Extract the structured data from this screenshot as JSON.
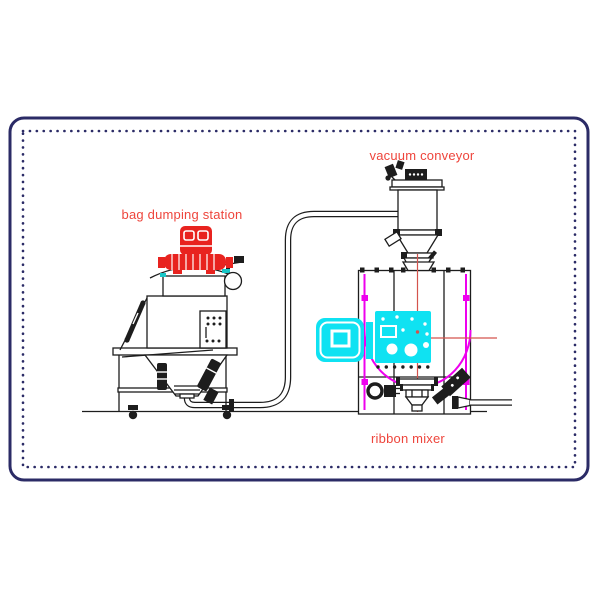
{
  "diagram": {
    "labels": {
      "bag_dumping_station": "bag dumping station",
      "vacuum_conveyor": "vacuum conveyor",
      "ribbon_mixer": "ribbon mixer"
    },
    "colors": {
      "background": "#ffffff",
      "border_navy": "#2b2b66",
      "line_black": "#1d1d1d",
      "label_red": "#ee453c",
      "machine_red": "#e8231f",
      "centerline_red": "#d4534d",
      "motor_cyan": "#0fe2f2",
      "frame_magenta": "#ee00ee",
      "teal_accent": "#17c8c8"
    }
  }
}
